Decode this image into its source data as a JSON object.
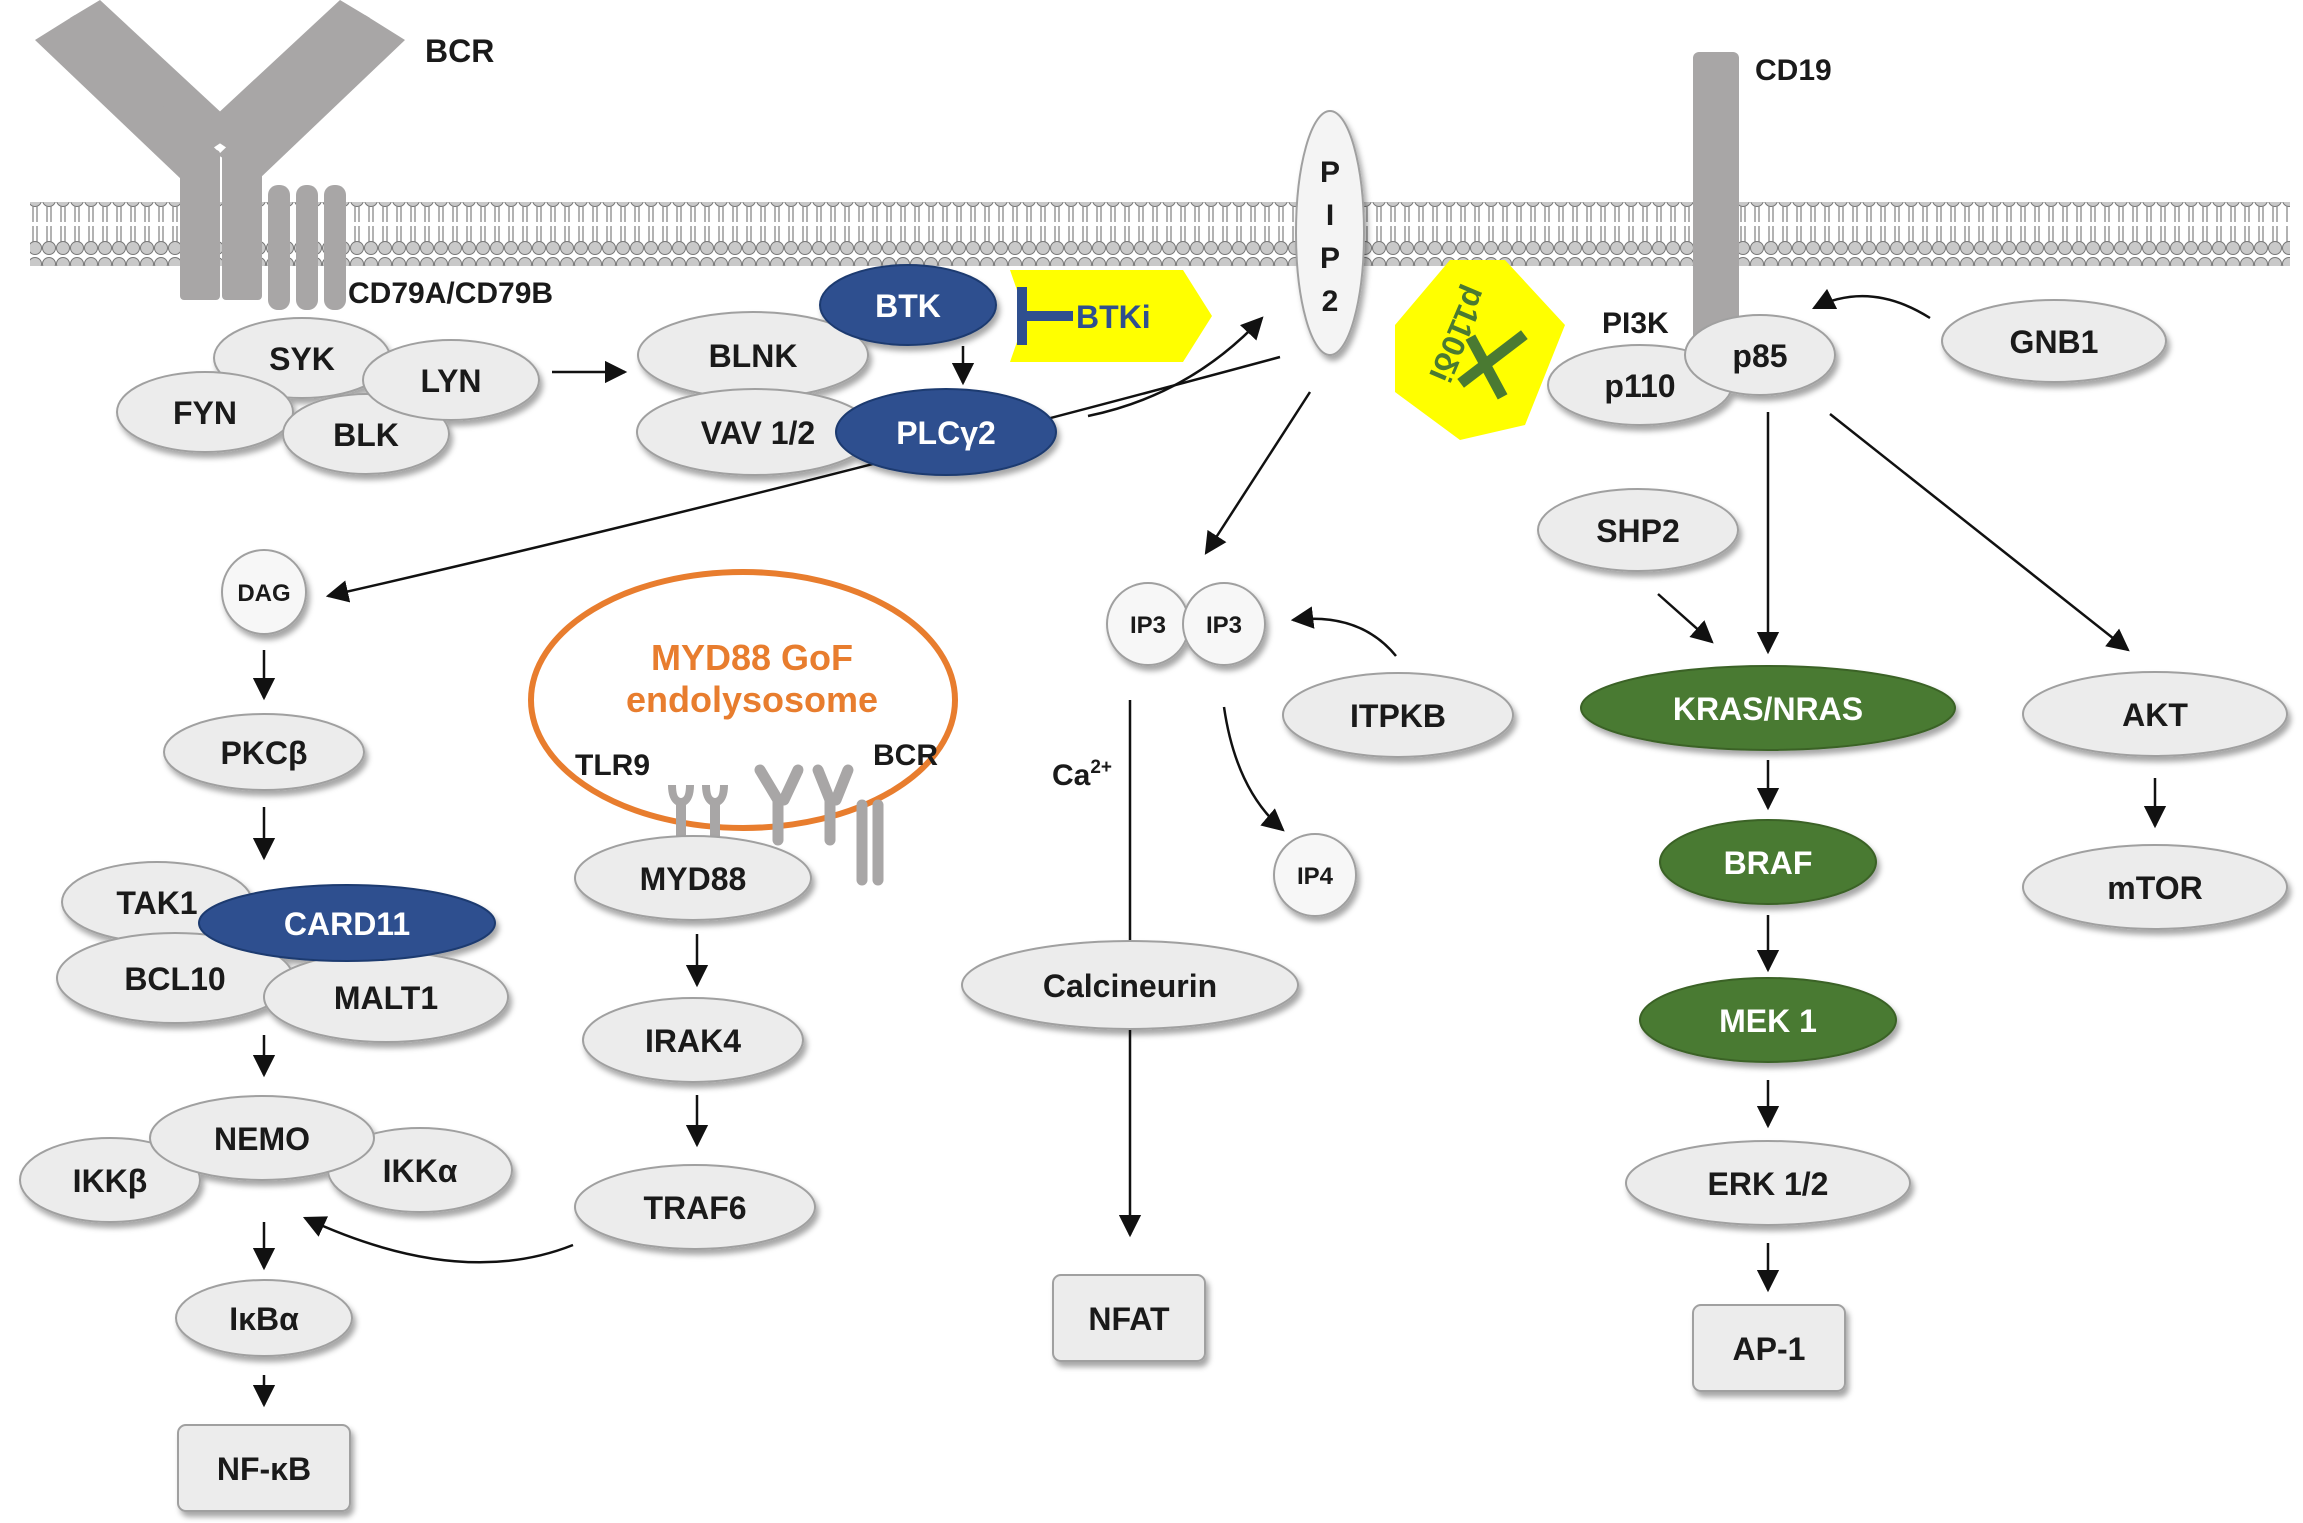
{
  "labels": {
    "bcr_receptor": "BCR",
    "cd79": "CD79A/CD79B",
    "cd19": "CD19",
    "pi3k": "PI3K",
    "endolysosome_line1": "MYD88 GoF",
    "endolysosome_line2": "endolysosome",
    "tlr9": "TLR9",
    "bcr_endo": "BCR",
    "ca": "Ca",
    "ca_sup": "2+",
    "pip2": [
      "P",
      "I",
      "P",
      "2"
    ],
    "btki": "BTKi",
    "p110di": "p110δi"
  },
  "nodes": {
    "syk": "SYK",
    "lyn": "LYN",
    "fyn": "FYN",
    "blk": "BLK",
    "blnk": "BLNK",
    "btk": "BTK",
    "vav": "VAV 1/2",
    "plcg2": "PLCγ2",
    "dag": "DAG",
    "pkcb": "PKCβ",
    "tak1": "TAK1",
    "card11": "CARD11",
    "bcl10": "BCL10",
    "malt1": "MALT1",
    "nemo": "NEMO",
    "ikkb": "IKKβ",
    "ikka": "IKKα",
    "ikba": "IκBα",
    "nfkb": "NF-κB",
    "myd88": "MYD88",
    "irak4": "IRAK4",
    "traf6": "TRAF6",
    "ip3a": "IP3",
    "ip3b": "IP3",
    "ip4": "IP4",
    "itpkb": "ITPKB",
    "calcineurin": "Calcineurin",
    "nfat": "NFAT",
    "p110": "p110",
    "p85": "p85",
    "gnb1": "GNB1",
    "shp2": "SHP2",
    "kras": "KRAS/NRAS",
    "braf": "BRAF",
    "mek1": "MEK 1",
    "erk": "ERK 1/2",
    "ap1": "AP-1",
    "akt": "AKT",
    "mtor": "mTOR"
  },
  "colors": {
    "node_fill": "#ececec",
    "node_stroke": "#a0a0a0",
    "blue_node": "#2f4f8f",
    "green_node": "#4a7a32",
    "inhibitor": "#ffff00",
    "endolysosome": "#e87d2e",
    "receptor_gray": "#a8a6a6",
    "membrane": "#8a8a8a"
  },
  "icons": {
    "inhibitor_symbol": "inhibition-t-bar",
    "receptor": "y-shaped-receptor"
  }
}
